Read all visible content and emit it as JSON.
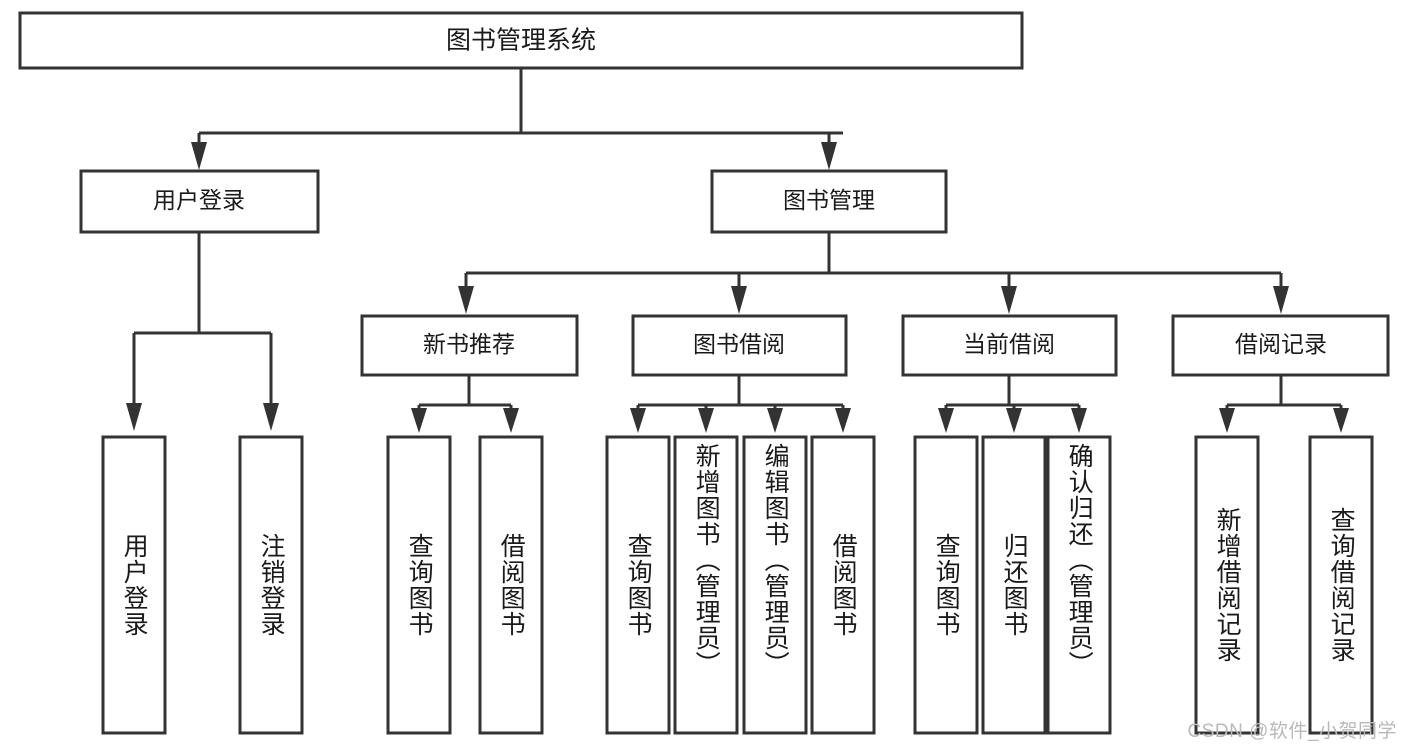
{
  "diagram": {
    "type": "tree",
    "title": "图书管理系统",
    "watermark": "CSDN @软件_小贺同学",
    "colors": {
      "stroke": "#333333",
      "box_fill": "#ffffff",
      "text": "#1a1a1a",
      "watermark": "#b9b9b9",
      "background": "#ffffff"
    },
    "root": {
      "id": "root",
      "label": "图书管理系统",
      "orientation": "horizontal"
    },
    "level1": [
      {
        "id": "user-login",
        "label": "用户登录",
        "orientation": "horizontal"
      },
      {
        "id": "book-management",
        "label": "图书管理",
        "orientation": "horizontal"
      }
    ],
    "level2": [
      {
        "id": "new-book-recommend",
        "label": "新书推荐",
        "orientation": "horizontal",
        "parent": "book-management"
      },
      {
        "id": "book-borrow",
        "label": "图书借阅",
        "orientation": "horizontal",
        "parent": "book-management"
      },
      {
        "id": "current-borrow",
        "label": "当前借阅",
        "orientation": "horizontal",
        "parent": "book-management"
      },
      {
        "id": "borrow-record",
        "label": "借阅记录",
        "orientation": "horizontal",
        "parent": "book-management"
      }
    ],
    "leaves": [
      {
        "id": "leaf-user-login",
        "label": "用户登录",
        "orientation": "vertical",
        "parent": "user-login"
      },
      {
        "id": "leaf-logout",
        "label": "注销登录",
        "orientation": "vertical",
        "parent": "user-login"
      },
      {
        "id": "leaf-query-book-1",
        "label": "查询图书",
        "orientation": "vertical",
        "parent": "new-book-recommend"
      },
      {
        "id": "leaf-borrow-book-1",
        "label": "借阅图书",
        "orientation": "vertical",
        "parent": "new-book-recommend"
      },
      {
        "id": "leaf-query-book-2",
        "label": "查询图书",
        "orientation": "vertical",
        "parent": "book-borrow"
      },
      {
        "id": "leaf-add-book",
        "label": "新增图书（管理员）",
        "orientation": "vertical",
        "parent": "book-borrow"
      },
      {
        "id": "leaf-edit-book",
        "label": "编辑图书（管理员）",
        "orientation": "vertical",
        "parent": "book-borrow"
      },
      {
        "id": "leaf-borrow-book-2",
        "label": "借阅图书",
        "orientation": "vertical",
        "parent": "book-borrow"
      },
      {
        "id": "leaf-query-book-3",
        "label": "查询图书",
        "orientation": "vertical",
        "parent": "current-borrow"
      },
      {
        "id": "leaf-return-book",
        "label": "归还图书",
        "orientation": "vertical",
        "parent": "current-borrow"
      },
      {
        "id": "leaf-confirm-return",
        "label": "确认归还（管理员）",
        "orientation": "vertical",
        "parent": "current-borrow"
      },
      {
        "id": "leaf-add-record",
        "label": "新增借阅记录",
        "orientation": "vertical",
        "parent": "borrow-record"
      },
      {
        "id": "leaf-query-record",
        "label": "查询借阅记录",
        "orientation": "vertical",
        "parent": "borrow-record"
      }
    ]
  }
}
